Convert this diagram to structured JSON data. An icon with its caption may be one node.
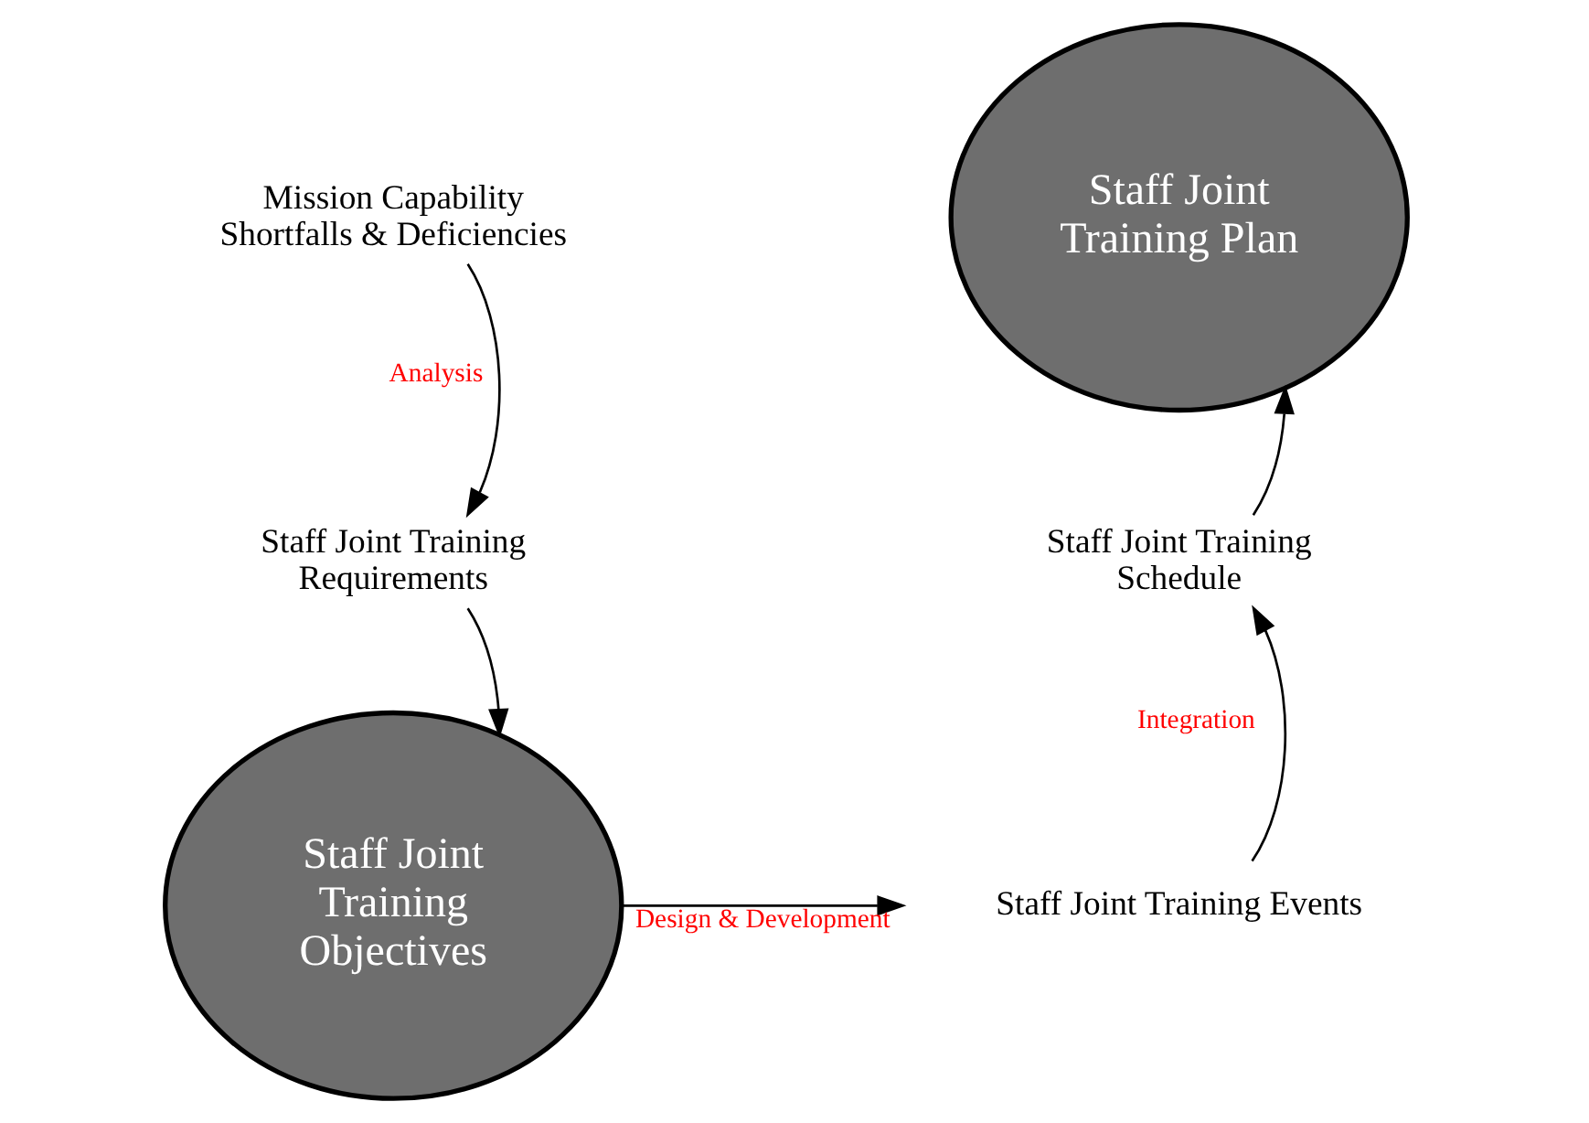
{
  "diagram": {
    "nodes": [
      {
        "text": [
          "Mission Capability Shortfalls & Deficiencies"
        ]
      },
      {
        "text": [
          "Staff Joint Training Requirements"
        ]
      },
      {
        "text": [
          "Staff Joint Training Objectives"
        ]
      },
      {
        "text": [
          "Staff Joint Training Events"
        ]
      },
      {
        "text": [
          "Staff Joint Training Schedule"
        ]
      },
      {
        "text": [
          "Staff Joint Training Plan"
        ]
      }
    ],
    "edges": [
      {
        "from": 0,
        "to": 1,
        "arrow": "to",
        "label": "Analysis"
      },
      {
        "from": 1,
        "to": 2,
        "arrow": "to"
      },
      {
        "from": 2,
        "to": 3,
        "arrow": "to",
        "label": "Design & Development"
      },
      {
        "from": 3,
        "to": 4,
        "arrow": "to",
        "label": "Integration"
      },
      {
        "from": 4,
        "to": 5,
        "arrow": "to"
      }
    ]
  }
}
